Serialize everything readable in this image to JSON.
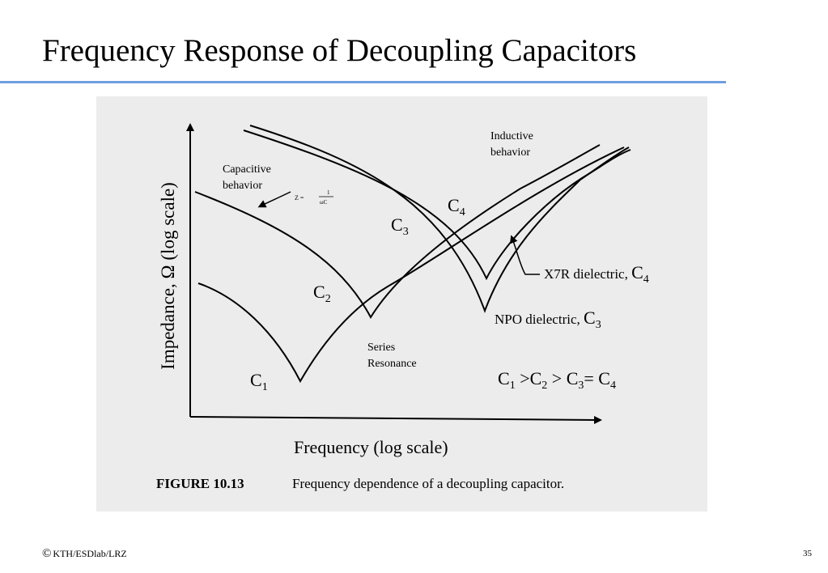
{
  "slide": {
    "title": "Frequency Response of Decoupling Capacitors",
    "footer_symbol": "©",
    "footer_text": "KTH/ESDlab/LRZ",
    "page_number": "35"
  },
  "figure": {
    "y_axis_label": "Impedance, Ω (log scale)",
    "x_axis_label": "Frequency (log scale)",
    "caption_number": "FIGURE 10.13",
    "caption_text": "Frequency dependence of a decoupling capacitor.",
    "capacitive_line1": "Capacitive",
    "capacitive_line2": "behavior",
    "formula_lhs": "Z = ",
    "formula_num": "1",
    "formula_den": "ωC",
    "inductive_line1": "Inductive",
    "inductive_line2": "behavior",
    "series_line1": "Series",
    "series_line2": "Resonance",
    "labels": {
      "c1": {
        "main": "C",
        "sub": "1"
      },
      "c2": {
        "main": "C",
        "sub": "2"
      },
      "c3": {
        "main": "C",
        "sub": "3"
      },
      "c4": {
        "main": "C",
        "sub": "4"
      }
    },
    "x7r_text": "X7R dielectric, ",
    "x7r_c": "C",
    "x7r_sub": "4",
    "npo_text": "NPO dielectric, ",
    "npo_c": "C",
    "npo_sub": "3",
    "relation": {
      "c1": "C",
      "s1": "1",
      "gt1": " >C",
      "s2": "2",
      "gt2": " > C",
      "s3": "3",
      "eq": "= C",
      "s4": "4"
    }
  }
}
